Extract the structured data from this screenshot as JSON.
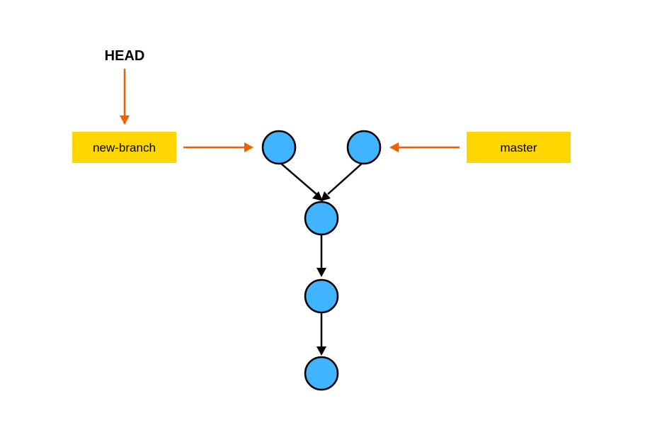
{
  "diagram": {
    "head_label": "HEAD",
    "branches": {
      "new_branch": "new-branch",
      "master": "master"
    },
    "commit_count": 5
  },
  "colors": {
    "commit_fill": "#40B4FF",
    "commit_stroke": "#000000",
    "branch_fill": "#FFD600",
    "pointer_arrow": "#F06000",
    "edge_arrow": "#000000"
  }
}
